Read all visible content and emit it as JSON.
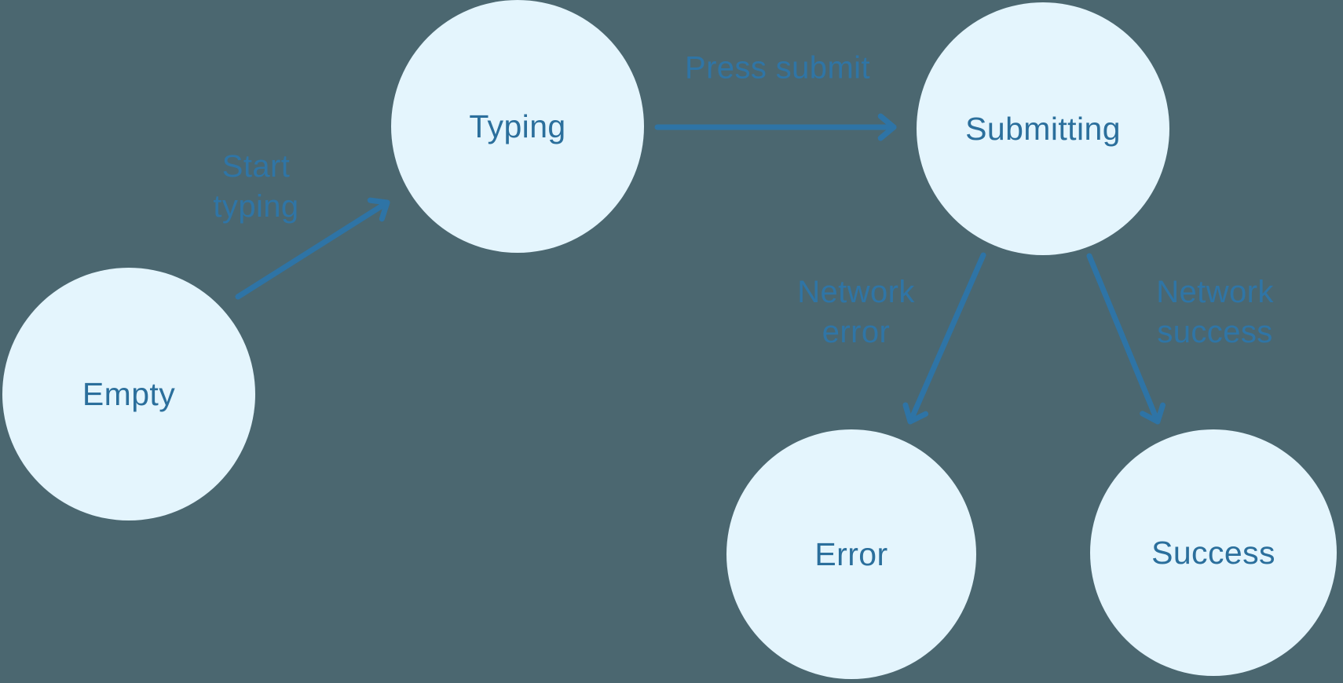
{
  "diagram": {
    "colors": {
      "background": "#4b6770",
      "node_fill": "#e4f5fd",
      "node_text": "#2b6f9c",
      "edge": "#2e74a6",
      "edge_label": "#2f75a6"
    },
    "nodes": [
      {
        "id": "empty",
        "label": "Empty"
      },
      {
        "id": "typing",
        "label": "Typing"
      },
      {
        "id": "submitting",
        "label": "Submitting"
      },
      {
        "id": "error",
        "label": "Error"
      },
      {
        "id": "success",
        "label": "Success"
      }
    ],
    "edges": [
      {
        "from": "Empty",
        "to": "Typing",
        "label": "Start typing"
      },
      {
        "from": "Typing",
        "to": "Submitting",
        "label": "Press submit"
      },
      {
        "from": "Submitting",
        "to": "Error",
        "label": "Network error"
      },
      {
        "from": "Submitting",
        "to": "Success",
        "label": "Network success"
      }
    ]
  }
}
